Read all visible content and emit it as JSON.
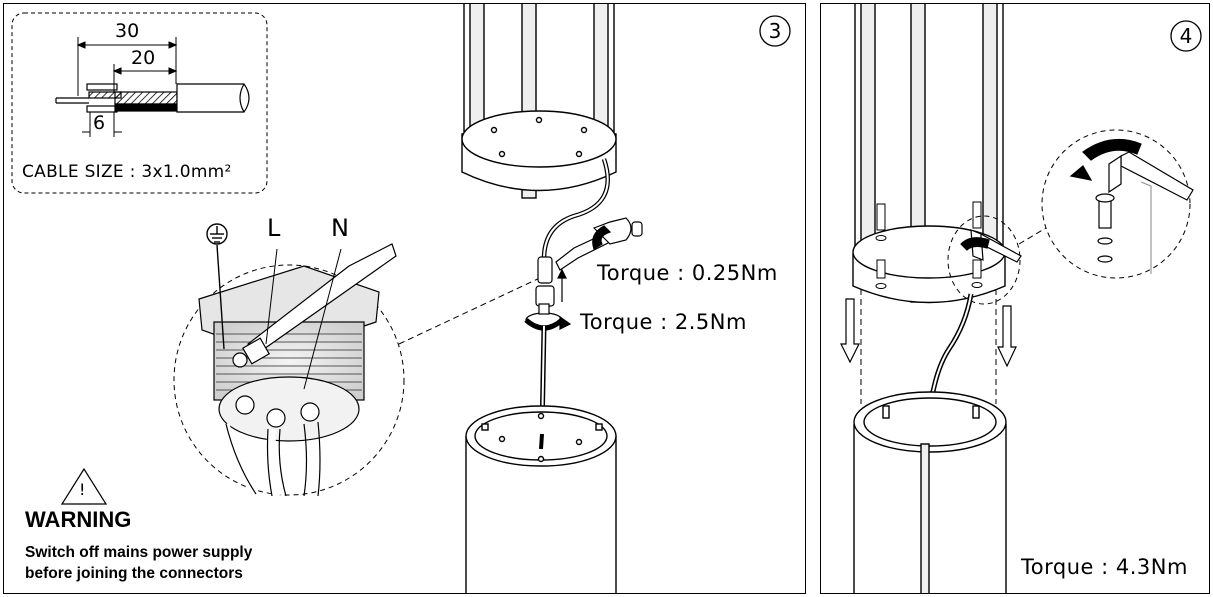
{
  "step3": {
    "step_number": "3",
    "dimensions": {
      "d30": "30",
      "d20": "20",
      "d6": "6"
    },
    "cable_size": "CABLE SIZE : 3x1.0mm²",
    "terminals": {
      "earth_icon": "earth-ground-icon",
      "live": "L",
      "neutral": "N"
    },
    "torque_connector": "Torque : 0.25Nm",
    "torque_gland": "Torque : 2.5Nm",
    "warning": {
      "icon": "warning-triangle-icon",
      "symbol": "!",
      "title": "WARNING",
      "line1": "Switch off mains power supply",
      "line2": "before joining the connectors"
    }
  },
  "step4": {
    "step_number": "4",
    "torque": "Torque : 4.3Nm"
  }
}
